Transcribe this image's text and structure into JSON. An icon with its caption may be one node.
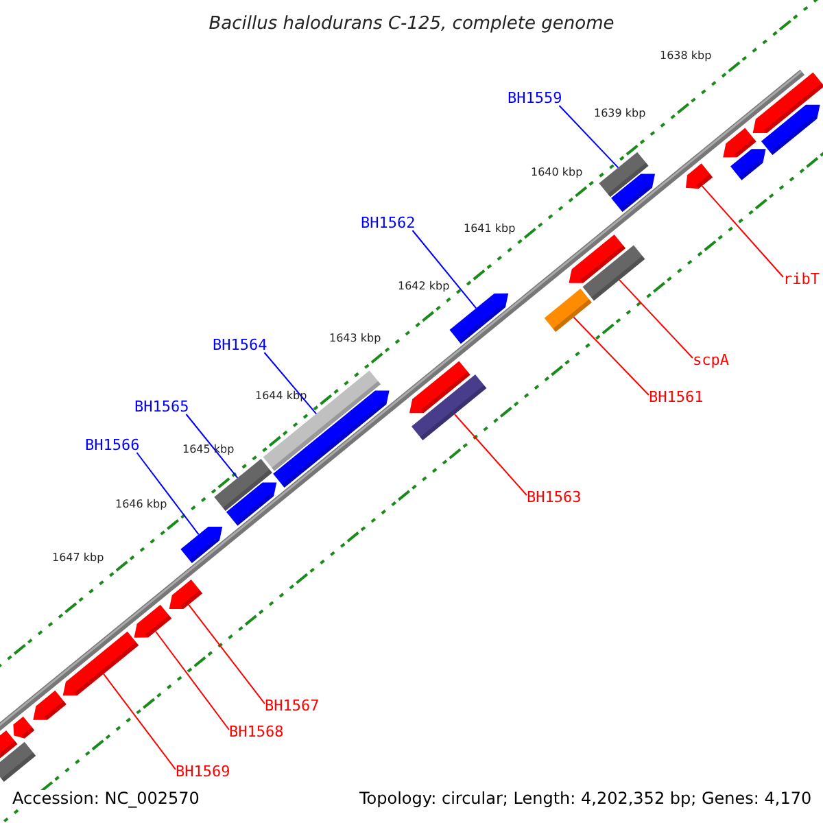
{
  "diagram": {
    "title": "Bacillus halodurans C-125, complete genome",
    "nodes": [
      {
        "text": [
          "BH1559"
        ]
      },
      {
        "text": [
          "BH1562"
        ]
      },
      {
        "text": [
          "BH1564"
        ]
      },
      {
        "text": [
          "BH1565"
        ]
      },
      {
        "text": [
          "BH1566"
        ]
      },
      {
        "text": [
          "ribT"
        ]
      },
      {
        "text": [
          "scpA"
        ]
      },
      {
        "text": [
          "BH1561"
        ]
      },
      {
        "text": [
          "BH1563"
        ]
      },
      {
        "text": [
          "BH1567"
        ]
      },
      {
        "text": [
          "BH1568"
        ]
      },
      {
        "text": [
          "BH1569"
        ]
      },
      {
        "text": [],
        "shape": "bar"
      },
      {
        "text": [],
        "shape": "bar"
      },
      {
        "text": [],
        "shape": "bar"
      },
      {
        "text": [],
        "shape": "bar"
      },
      {
        "text": [],
        "shape": "bar"
      },
      {
        "text": [],
        "shape": "bar"
      },
      {
        "text": [],
        "shape": "bar"
      },
      {
        "text": [],
        "shape": "bar"
      },
      {
        "text": [],
        "shape": "bar"
      },
      {
        "text": [],
        "shape": "bar"
      },
      {
        "text": [],
        "shape": "bar"
      },
      {
        "text": [],
        "shape": "bar"
      },
      {
        "text": [],
        "shape": "bar"
      },
      {
        "text": [],
        "shape": "bar"
      },
      {
        "text": [],
        "shape": "bar"
      },
      {
        "text": [],
        "shape": "bar"
      },
      {
        "text": [],
        "shape": "bar"
      },
      {
        "text": [],
        "shape": "bar"
      },
      {
        "text": [],
        "shape": "bar"
      },
      {
        "text": [],
        "shape": "bar"
      },
      {
        "text": [],
        "shape": "bar"
      },
      {
        "text": [],
        "shape": "bar"
      },
      {
        "text": [],
        "shape": "bar"
      },
      {
        "text": [],
        "shape": "bar"
      },
      {
        "text": [],
        "shape": "bar"
      }
    ],
    "edges": [
      {
        "from": 0,
        "to": 12,
        "arrow": "none",
        "color": "#0000ff"
      },
      {
        "from": 1,
        "to": 13,
        "arrow": "none",
        "color": "#0000ff"
      },
      {
        "from": 2,
        "to": 14,
        "arrow": "none",
        "color": "#0000ff"
      },
      {
        "from": 3,
        "to": 15,
        "arrow": "none",
        "color": "#0000ff"
      },
      {
        "from": 4,
        "to": 16,
        "arrow": "none",
        "color": "#0000ff"
      },
      {
        "from": 5,
        "to": 17,
        "arrow": "none"
      },
      {
        "from": 6,
        "to": 18,
        "arrow": "none"
      },
      {
        "from": 7,
        "to": 19,
        "arrow": "none"
      },
      {
        "from": 8,
        "to": 20,
        "arrow": "none"
      },
      {
        "from": 9,
        "to": 21,
        "arrow": "none"
      },
      {
        "from": 10,
        "to": 22,
        "arrow": "none"
      },
      {
        "from": 11,
        "to": 23,
        "arrow": "none"
      }
    ],
    "labels": [
      "1638 kbp",
      "1639 kbp",
      "1640 kbp",
      "1641 kbp",
      "1642 kbp",
      "1643 kbp",
      "1644 kbp",
      "1645 kbp",
      "1646 kbp",
      "1647 kbp",
      "Accession: NC_002570",
      "Topology: circular; Length: 4,202,352 bp; Genes: 4,170"
    ]
  }
}
